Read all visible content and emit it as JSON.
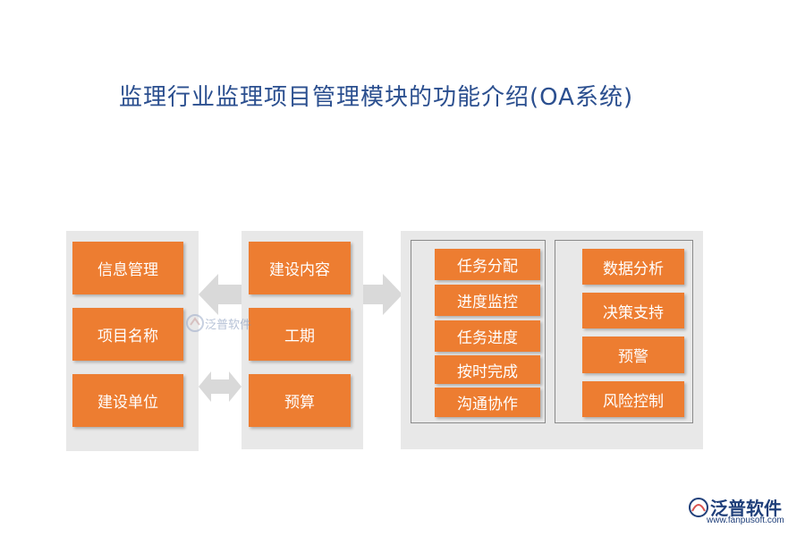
{
  "title": "监理行业监理项目管理模块的功能介绍(OA系统)",
  "left_column": [
    "信息管理",
    "项目名称",
    "建设单位"
  ],
  "middle_column": [
    "建设内容",
    "工期",
    "预算"
  ],
  "right_group_a": [
    "任务分配",
    "进度监控",
    "任务进度",
    "按时完成",
    "沟通协作"
  ],
  "right_group_b": [
    "数据分析",
    "决策支持",
    "预警",
    "风险控制"
  ],
  "watermark": "泛普软件",
  "logo": {
    "name": "泛普软件",
    "url": "www.fanpusoft.com"
  },
  "colors": {
    "box": "#ed7d31",
    "panel": "#e8e8e8",
    "title": "#2b4f8f",
    "arrow": "#d9d9d9"
  }
}
